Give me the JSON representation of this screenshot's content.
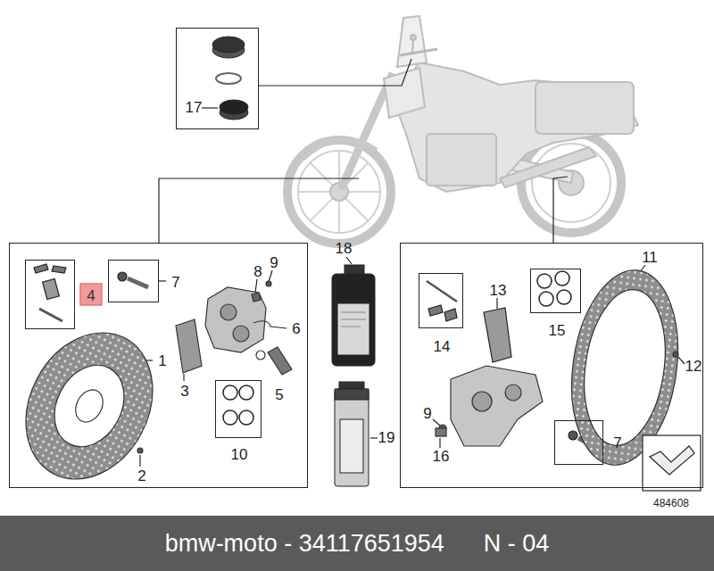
{
  "diagram": {
    "nodes": [
      {
        "text": [
          "17"
        ]
      },
      {
        "text": [
          "1",
          "2",
          "3",
          "5",
          "6",
          "8",
          "9"
        ]
      },
      {
        "text": [
          "4"
        ],
        "in": 1
      },
      {
        "text": [
          "7"
        ],
        "in": 1
      },
      {
        "text": [
          "10"
        ],
        "in": 1
      },
      {
        "text": [
          "11",
          "12",
          "13",
          "9",
          "16"
        ]
      },
      {
        "text": [
          "14"
        ],
        "in": 5
      },
      {
        "text": [
          "15"
        ],
        "in": 5
      },
      {
        "text": [
          "7"
        ],
        "in": 5
      },
      {
        "text": [
          "bmw-moto - 34117651954",
          "N - 04"
        ]
      }
    ],
    "labels": [
      "18",
      "19",
      "484608"
    ]
  }
}
